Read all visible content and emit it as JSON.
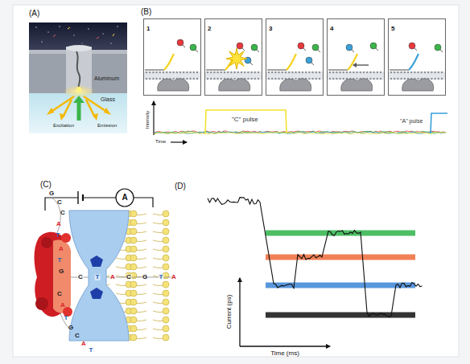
{
  "diagram": {
    "nodes": [
      {
        "text": [
          "1"
        ]
      },
      {
        "text": [
          "2"
        ]
      },
      {
        "text": [
          "3"
        ]
      },
      {
        "text": [
          "4"
        ]
      },
      {
        "text": [
          "5"
        ]
      }
    ],
    "labels": [
      "(A)",
      "Aluminum",
      "Glass",
      "Excitation",
      "Emission",
      "(B)",
      "\"C\" pulse",
      "\"A\" pulse",
      "Intensity",
      "Time",
      "(C)",
      "A",
      "(D)",
      "Current (ps)",
      "Time (ms)",
      "G",
      "C",
      "C",
      "A",
      "T",
      "A",
      "T",
      "G",
      "C",
      "A",
      "T",
      "G",
      "C",
      "A",
      "T",
      "C",
      "T",
      "A",
      "C",
      "G",
      "T",
      "A"
    ]
  }
}
